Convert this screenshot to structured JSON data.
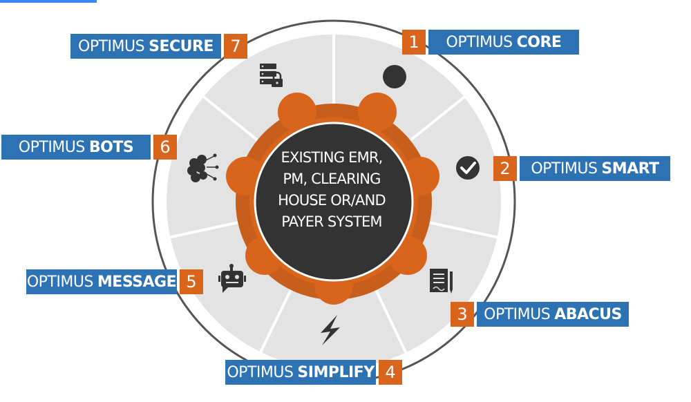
{
  "center": {
    "lines": [
      "EXISTING EMR,",
      "PM, CLEARING",
      "HOUSE OR/AND",
      "PAYER SYSTEM"
    ]
  },
  "modules": [
    {
      "number": "1",
      "prefix": "OPTIMUS",
      "name": "CORE",
      "icon": "circle-icon"
    },
    {
      "number": "2",
      "prefix": "OPTIMUS",
      "name": "SMART",
      "icon": "check-circle-icon"
    },
    {
      "number": "3",
      "prefix": "OPTIMUS",
      "name": "ABACUS",
      "icon": "document-contract-icon"
    },
    {
      "number": "4",
      "prefix": "OPTIMUS",
      "name": "SIMPLIFY",
      "icon": "lightning-icon"
    },
    {
      "number": "5",
      "prefix": "OPTIMUS",
      "name": "MESSAGE",
      "icon": "chatbot-icon"
    },
    {
      "number": "6",
      "prefix": "OPTIMUS",
      "name": "BOTS",
      "icon": "brain-circuit-icon"
    },
    {
      "number": "7",
      "prefix": "OPTIMUS",
      "name": "SECURE",
      "icon": "server-lock-icon"
    }
  ],
  "colors": {
    "blue": "#2d73b3",
    "orange": "#d9651c",
    "dark": "#333333",
    "segment": "#e3e3e3",
    "ring": "#555555"
  }
}
